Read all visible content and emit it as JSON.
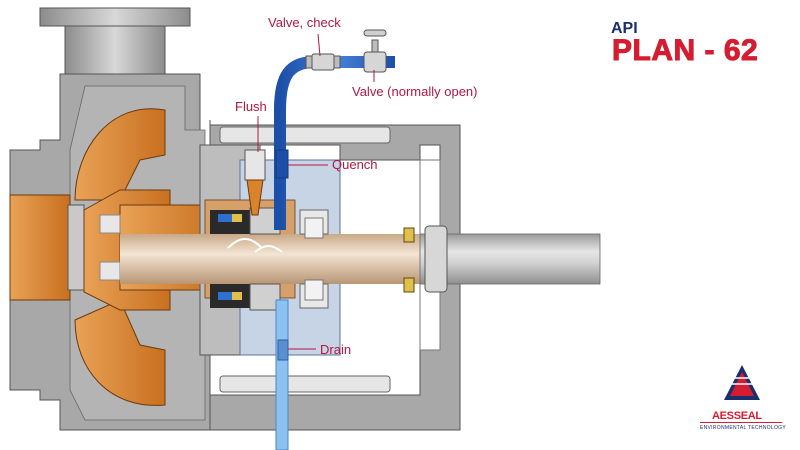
{
  "labels": {
    "valve_check": "Valve, check",
    "valve_normally_open": "Valve (normally open)",
    "flush": "Flush",
    "quench": "Quench",
    "drain": "Drain"
  },
  "title": {
    "prefix": "API",
    "main": "PLAN - 62"
  },
  "logo": {
    "brand": "AESSEAL",
    "tagline": "ENVIRONMENTAL TECHNOLOGY"
  },
  "colors": {
    "accent_red": "#d51d31",
    "label_red": "#b01840",
    "brand_navy": "#1b2f6e",
    "quench_blue": "#2f6fd1",
    "casing_grey": "#a9a9a9",
    "impeller_orange": "#d9832c"
  }
}
